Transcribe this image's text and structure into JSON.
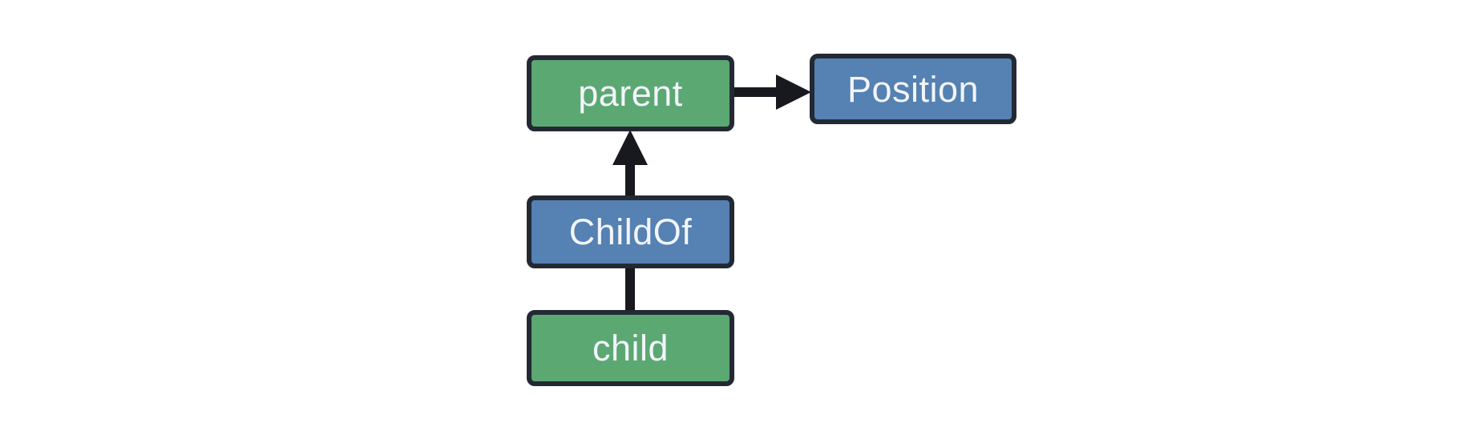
{
  "colors": {
    "background": "#ffffff",
    "entity_fill": "#5ba873",
    "component_fill": "#5581b3",
    "node_border": "#232933",
    "edge": "#17191f",
    "label_text": "#f2f5fa"
  },
  "nodes": {
    "parent": {
      "label": "parent",
      "fill": "#5ba873"
    },
    "position": {
      "label": "Position",
      "fill": "#5581b3"
    },
    "childof": {
      "label": "ChildOf",
      "fill": "#5581b3"
    },
    "child": {
      "label": "child",
      "fill": "#5ba873"
    }
  },
  "edges": [
    {
      "from": "parent",
      "to": "Position",
      "arrowhead": true,
      "direction": "right"
    },
    {
      "from": "ChildOf",
      "to": "parent",
      "arrowhead": true,
      "direction": "up"
    },
    {
      "from": "child",
      "to": "ChildOf",
      "arrowhead": false,
      "direction": "up"
    }
  ]
}
